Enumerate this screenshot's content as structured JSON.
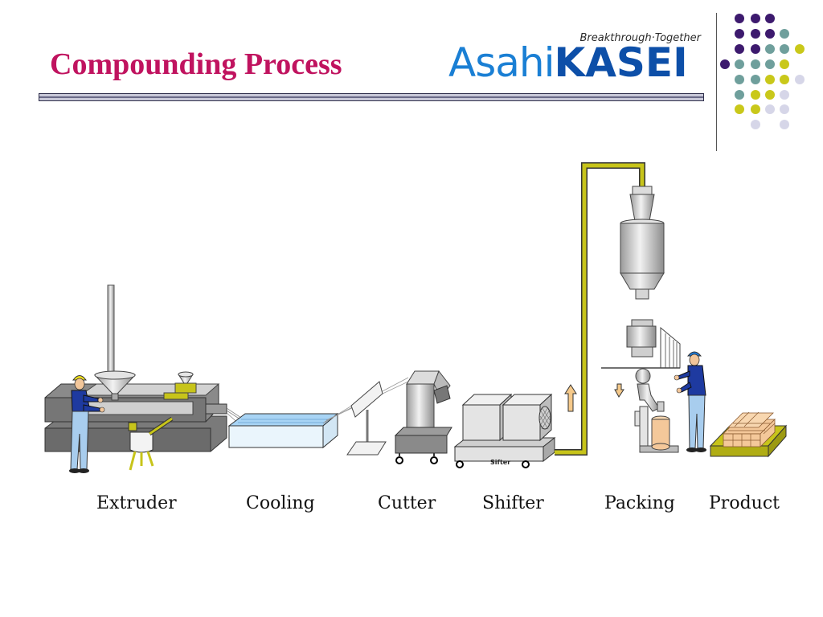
{
  "slide": {
    "title": "Compounding Process"
  },
  "logo": {
    "tagline": "Breakthrough·Together",
    "brand_part1": "Asahi",
    "brand_part2": "KASEI"
  },
  "colors": {
    "title": "#c0135f",
    "dot_purple": "#3d1a6e",
    "dot_teal": "#6f9f9c",
    "dot_yellow": "#c9c81a",
    "dot_lavender": "#d6d6e8",
    "pipe": "#c7c41a",
    "water": "#a8d4f5",
    "worker_shirt": "#1e3aa0",
    "worker_pants": "#a8cdee",
    "hardhat": "#f2e21a",
    "hardhat_blue": "#1e7ad6",
    "product_box": "#f4c89a",
    "pallet": "#c7c41a"
  },
  "diagram": {
    "machine_label": "Sifter",
    "stages": [
      {
        "name": "Extruder"
      },
      {
        "name": "Cooling"
      },
      {
        "name": "Cutter"
      },
      {
        "name": "Shifter"
      },
      {
        "name": "Packing"
      },
      {
        "name": "Product"
      }
    ]
  }
}
